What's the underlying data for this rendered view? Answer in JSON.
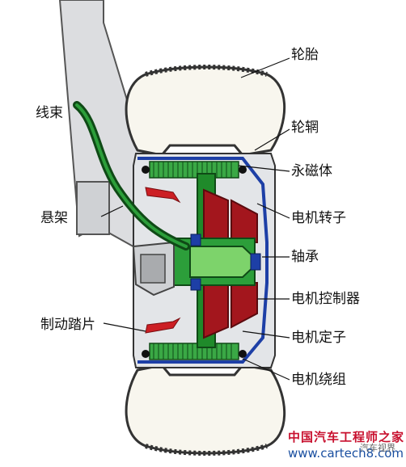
{
  "labels": {
    "tire": "轮胎",
    "rim": "轮辋",
    "harness": "线束",
    "magnet": "永磁体",
    "suspension": "悬架",
    "rotor": "电机转子",
    "bearing": "轴承",
    "controller": "电机控制器",
    "brake_pad": "制动踏片",
    "stator": "电机定子",
    "winding": "电机绕组"
  },
  "watermark": {
    "site_name": "中国汽车工程师之家",
    "url": "www.cartech8.com",
    "account": "汽车视界"
  },
  "colors": {
    "green": "#1f8a2a",
    "dark_green": "#0f4a16",
    "red": "#a3161d",
    "blue": "#1d3fa6",
    "grey": "#d7d9dc"
  }
}
